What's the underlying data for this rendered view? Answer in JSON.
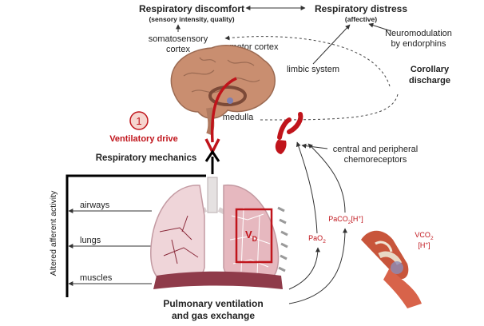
{
  "labels": {
    "discomfort_title": "Respiratory discomfort",
    "discomfort_sub": "(sensory intensity, quality)",
    "distress_title": "Respiratory distress",
    "distress_sub": "(affective)",
    "somatosensory_1": "somatosensory",
    "somatosensory_2": "cortex",
    "motor_cortex": "motor cortex",
    "neuromod_1": "Neuromodulation",
    "neuromod_2": "by endorphins",
    "limbic": "limbic system",
    "corollary_1": "Corollary",
    "corollary_2": "discharge",
    "medulla": "medulla",
    "drive_number": "1",
    "ventilatory_drive": "Ventilatory drive",
    "resp_mechanics": "Respiratory mechanics",
    "chemo_1": "central and peripheral",
    "chemo_2": "chemoreceptors",
    "altered_afferent": "Altered afferent activity",
    "airways": "airways",
    "lungs": "lungs",
    "muscles": "muscles",
    "paco2": "PaCO",
    "paco2_sub": "2",
    "paco2_h": "[H",
    "paco2_h_sup": "+",
    "paco2_h_end": "]",
    "pao2": "PaO",
    "pao2_sub": "2",
    "vco2": "VCO",
    "vco2_sub": "2",
    "h_bracket": "[H",
    "h_bracket_sup": "+",
    "h_bracket_end": "]",
    "vd": "V",
    "vd_sub": "D",
    "pulmonary_1": "Pulmonary ventilation",
    "pulmonary_2": "and gas exchange"
  },
  "colors": {
    "accent_red": "#c0141b",
    "brain": "#c98e70",
    "lung": "#e6b8bf",
    "diaphragm": "#8f3b4a",
    "muscle": "#c8553b"
  },
  "icons": [
    "brain-icon",
    "lungs-icon",
    "heart-aorta-icon",
    "knee-muscle-icon"
  ]
}
